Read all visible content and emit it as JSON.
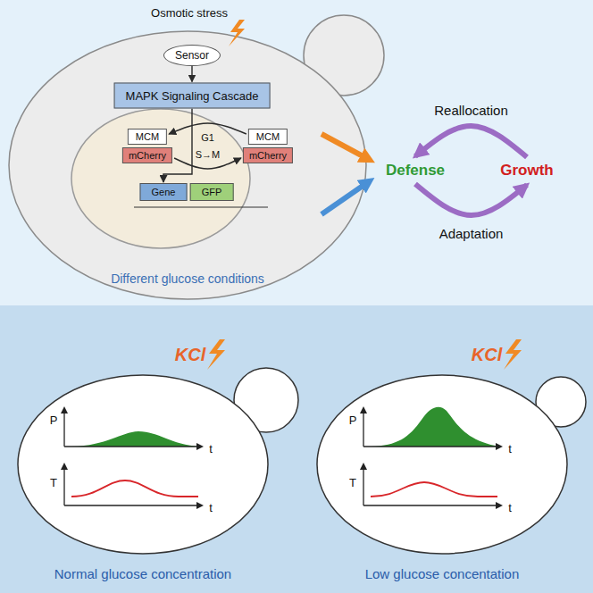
{
  "diagram": {
    "nodes": [
      {
        "text": [
          "Sensor"
        ]
      },
      {
        "text": [
          "MAPK Signaling Cascade"
        ]
      },
      {
        "text": [
          "MCM"
        ]
      },
      {
        "text": [
          "mCherry"
        ]
      },
      {
        "text": [
          "MCM"
        ]
      },
      {
        "text": [
          "mCherry"
        ]
      },
      {
        "text": [
          "Gene"
        ]
      },
      {
        "text": [
          "GFP"
        ]
      },
      {
        "text": [
          "Defense"
        ]
      },
      {
        "text": [
          "Growth"
        ]
      }
    ],
    "edges": [
      {
        "from": 0,
        "to": 1,
        "arrow": "to"
      },
      {
        "from": 1,
        "to": 6,
        "arrow": "to"
      },
      {
        "from": 4,
        "to": 2,
        "label": "G1",
        "arrow": "to"
      },
      {
        "from": 3,
        "to": 5,
        "label": "S→M",
        "arrow": "to"
      },
      {
        "from": 9,
        "to": 8,
        "label": "Reallocation",
        "arrow": "to"
      },
      {
        "from": 8,
        "to": 9,
        "label": "Adaptation",
        "arrow": "to"
      }
    ],
    "labels": [
      "Osmotic stress",
      "Different glucose conditions",
      "KCl",
      "P",
      "t",
      "T",
      "t",
      "Normal glucose concentration",
      "KCl",
      "P",
      "t",
      "T",
      "t",
      "Low glucose concentation"
    ]
  }
}
